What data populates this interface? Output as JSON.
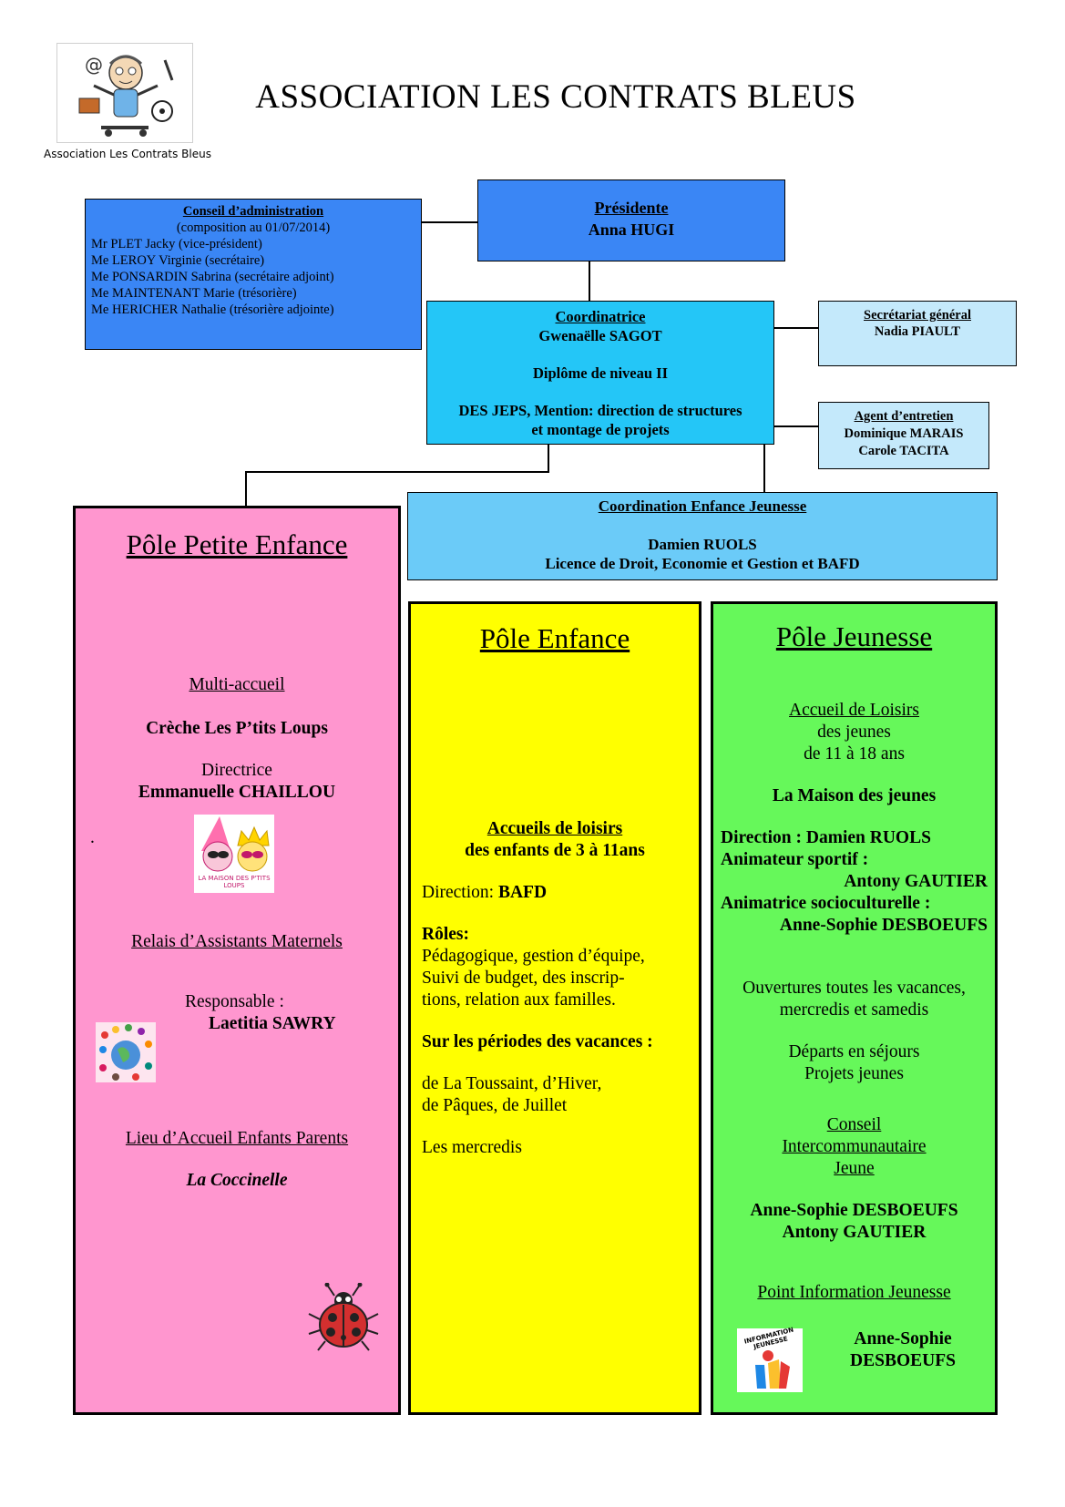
{
  "header": {
    "title": "ASSOCIATION LES CONTRATS BLEUS",
    "logo_caption": "Association Les Contrats Bleus"
  },
  "conseil": {
    "heading": "Conseil d’administration",
    "subheading": "(composition au 01/07/2014)",
    "members": [
      "Mr PLET Jacky (vice-président)",
      "Me LEROY Virginie (secrétaire)",
      "Me PONSARDIN Sabrina (secrétaire adjoint)",
      "Me MAINTENANT Marie (trésorière)",
      "Me HERICHER Nathalie (trésorière adjointe)"
    ]
  },
  "presidente": {
    "heading": "Présidente",
    "name": "Anna HUGI"
  },
  "coordinatrice": {
    "heading": "Coordinatrice",
    "name": "Gwenaëlle SAGOT",
    "diploma": "Diplôme de niveau II",
    "mention_line1": "DES JEPS, Mention: direction de structures",
    "mention_line2": "et montage de projets"
  },
  "secretariat": {
    "heading": "Secrétariat général",
    "name": "Nadia PIAULT"
  },
  "agent": {
    "heading": "Agent d’entretien",
    "names": [
      "Dominique MARAIS",
      "Carole TACITA"
    ]
  },
  "coordination_ej": {
    "heading": "Coordination Enfance Jeunesse",
    "name": "Damien RUOLS",
    "degree": "Licence de Droit, Economie et Gestion et BAFD"
  },
  "pole_petite_enfance": {
    "title": "Pôle Petite Enfance",
    "multi_accueil": "Multi-accueil",
    "creche": "Crèche Les P’tits Loups",
    "directrice_label": "Directrice",
    "directrice_name": "Emmanuelle CHAILLOU",
    "dot": ".",
    "relais": "Relais d’Assistants Maternels",
    "responsable_label": "Responsable :",
    "responsable_name": "Laetitia SAWRY",
    "lieu": "Lieu d’Accueil Enfants Parents",
    "coccinelle": "La Coccinelle",
    "logo_text": "LA MAISON DES P'TITS LOUPS"
  },
  "pole_enfance": {
    "title": "Pôle Enfance",
    "accueils_line1": "Accueils de loisirs",
    "accueils_line2": "des enfants de 3 à 11ans",
    "direction_label": "Direction: ",
    "direction_value": "BAFD",
    "roles_label": "Rôles:",
    "roles_lines": [
      "Pédagogique, gestion d’équipe,",
      "Suivi de budget, des inscrip-",
      "tions, relation aux familles."
    ],
    "periodes": "Sur les périodes des vacances :",
    "vacances_lines": [
      "de La Toussaint, d’Hiver,",
      "de Pâques, de Juillet"
    ],
    "mercredis": "Les mercredis"
  },
  "pole_jeunesse": {
    "title": "Pôle Jeunesse",
    "accueil_line1": "Accueil de Loisirs",
    "accueil_line2": "des jeunes",
    "accueil_line3": "de 11 à 18 ans",
    "maison": "La Maison des jeunes",
    "direction": "Direction : Damien RUOLS",
    "animateur_label": "Animateur sportif :",
    "animateur_name": "Antony GAUTIER",
    "animatrice_label": "Animatrice socioculturelle :",
    "animatrice_name": "Anne-Sophie DESBOEUFS",
    "ouvertures_line1": "Ouvertures toutes les vacances,",
    "ouvertures_line2": "mercredis et samedis",
    "departs": "Départs en séjours",
    "projets": "Projets jeunes",
    "conseil_lines": [
      "Conseil",
      "Intercommunautaire",
      "Jeune"
    ],
    "conseil_members": [
      "Anne-Sophie DESBOEUFS",
      "Antony GAUTIER"
    ],
    "pij": "Point Information Jeunesse",
    "pij_name_line1": "Anne-Sophie",
    "pij_name_line2": "DESBOEUFS",
    "info_logo_text": "INFORMATION JEUNESSE"
  }
}
